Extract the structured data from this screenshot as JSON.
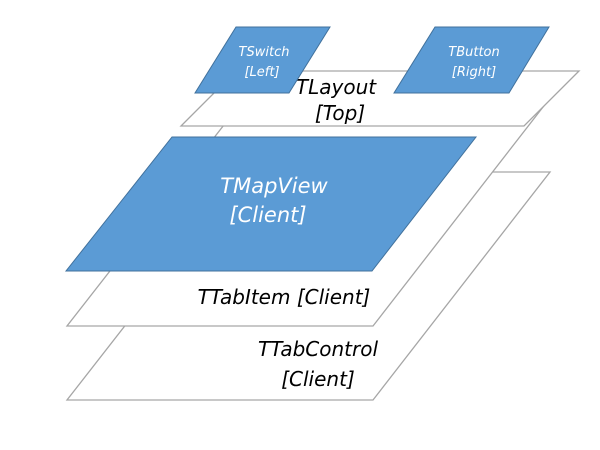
{
  "layers": {
    "tabcontrol": {
      "line1": "TTabControl",
      "line2": "[Client]",
      "fill": "#ffffff",
      "stroke": "#a6a6a6"
    },
    "tabitem": {
      "line1": "TTabItem [Client]",
      "fill": "#ffffff",
      "stroke": "#a6a6a6"
    },
    "mapview": {
      "line1": "TMapView",
      "line2": "[Client]",
      "fill": "#5b9bd5",
      "stroke": "#41719c"
    },
    "layout": {
      "line1": "TLayout",
      "line2": "[Top]",
      "fill": "#ffffff",
      "stroke": "#a6a6a6"
    },
    "switch": {
      "line1": "TSwitch",
      "line2": "[Left]",
      "fill": "#5b9bd5",
      "stroke": "#41719c"
    },
    "button": {
      "line1": "TButton",
      "line2": "[Right]",
      "fill": "#5b9bd5",
      "stroke": "#41719c"
    }
  }
}
